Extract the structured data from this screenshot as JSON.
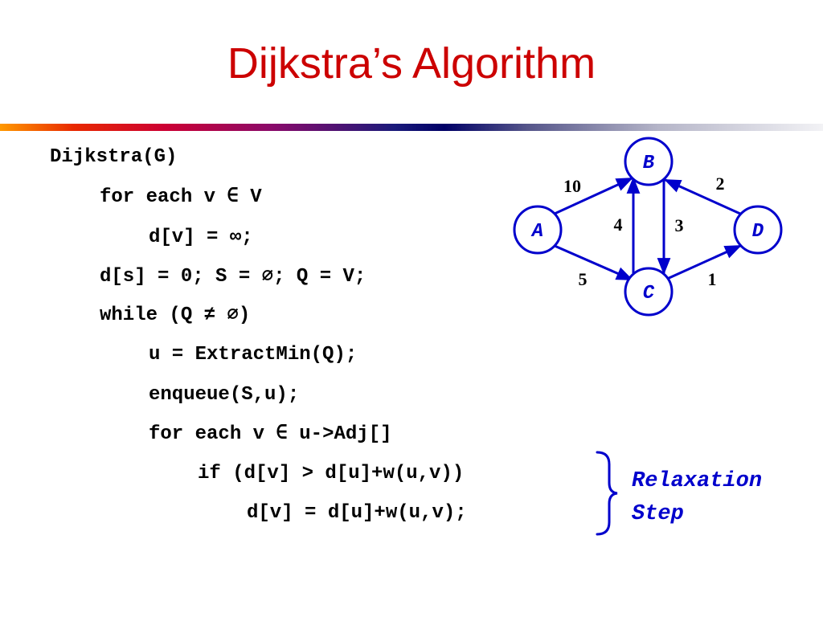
{
  "slide": {
    "title": "Dijkstra’s Algorithm"
  },
  "code": {
    "lines": [
      "Dijkstra(G)",
      "for each v ∈ V",
      "d[v] = ∞;",
      "d[s] = 0; S = ∅; Q = V;",
      "while (Q ≠ ∅)",
      "u = ExtractMin(Q);",
      "enqueue(S,u);",
      "for each v ∈ u->Adj[]",
      "if (d[v] > d[u]+w(u,v))",
      "d[v] = d[u]+w(u,v);"
    ]
  },
  "annotation": {
    "line1": "Relaxation",
    "line2": "Step",
    "brace_color": "#0000cc"
  },
  "graph": {
    "node_color": "#0000cc",
    "nodes": [
      {
        "id": "A",
        "label": "A"
      },
      {
        "id": "B",
        "label": "B"
      },
      {
        "id": "C",
        "label": "C"
      },
      {
        "id": "D",
        "label": "D"
      }
    ],
    "edges": [
      {
        "from": "A",
        "to": "B",
        "weight": "10"
      },
      {
        "from": "A",
        "to": "C",
        "weight": "5"
      },
      {
        "from": "C",
        "to": "B",
        "weight": "4"
      },
      {
        "from": "B",
        "to": "C",
        "weight": "3"
      },
      {
        "from": "D",
        "to": "B",
        "weight": "2"
      },
      {
        "from": "C",
        "to": "D",
        "weight": "1"
      }
    ]
  },
  "colors": {
    "title": "#cc0000",
    "code": "#000000",
    "accent": "#0000cc"
  }
}
